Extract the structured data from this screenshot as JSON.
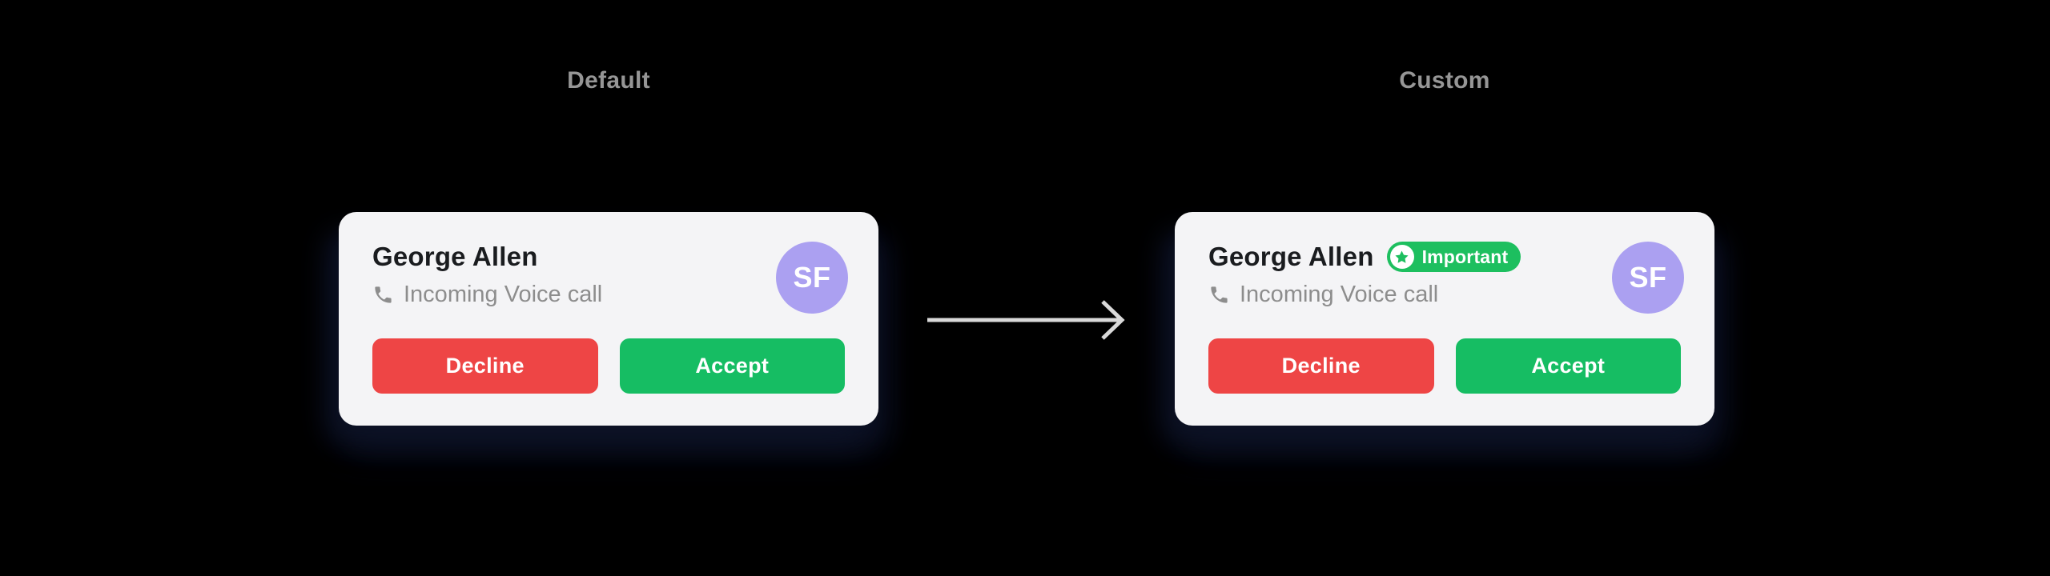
{
  "titles": {
    "default": "Default",
    "custom": "Custom"
  },
  "call_card": {
    "caller_name": "George Allen",
    "call_type": "Incoming Voice call",
    "avatar_initials": "SF",
    "decline_label": "Decline",
    "accept_label": "Accept"
  },
  "badge": {
    "label": "Important"
  },
  "icons": {
    "phone": "phone-handset",
    "star": "star",
    "arrow": "arrow-right"
  },
  "colors": {
    "background": "#000000",
    "card_bg": "#f4f4f6",
    "name_text": "#1a1c1f",
    "subtitle_text": "#8d8d8d",
    "label_text": "#969696",
    "danger_red": "#ee4545",
    "success_green": "#16bd63",
    "badge_green": "#1dbf5f",
    "avatar_purple": "#aba0f1",
    "arrow_gray": "#d9d9d9",
    "button_text": "#ffffff"
  }
}
